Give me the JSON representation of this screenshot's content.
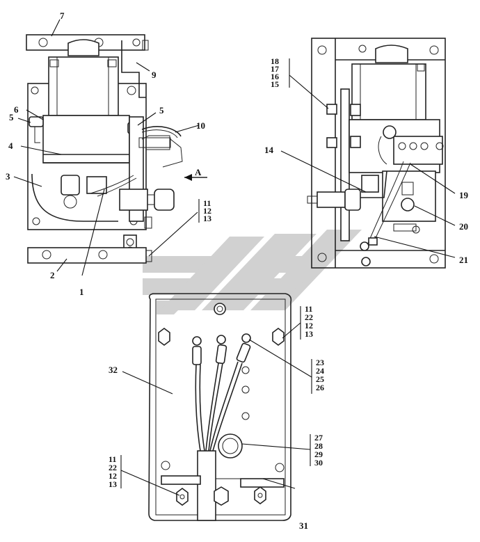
{
  "labels": {
    "l1": "1",
    "l2": "2",
    "l3": "3",
    "l4": "4",
    "l5a": "5",
    "l5b": "5",
    "l6": "6",
    "l7": "7",
    "l9": "9",
    "l10": "10",
    "l14": "14",
    "l19": "19",
    "l20": "20",
    "l21": "21",
    "l31": "31",
    "l32": "32",
    "view_a": "A"
  },
  "groups": {
    "g_11_12_13": [
      "11",
      "12",
      "13"
    ],
    "g_18_17_16_15": [
      "18",
      "17",
      "16",
      "15"
    ],
    "g_11_22_12_13_right": [
      "11",
      "22",
      "12",
      "13"
    ],
    "g_23_24_25_26": [
      "23",
      "24",
      "25",
      "26"
    ],
    "g_27_28_29_30": [
      "27",
      "28",
      "29",
      "30"
    ],
    "g_11_22_12_13_left": [
      "11",
      "22",
      "12",
      "13"
    ]
  },
  "colors": {
    "line": "#222222",
    "watermark": "#c9c9c9"
  }
}
